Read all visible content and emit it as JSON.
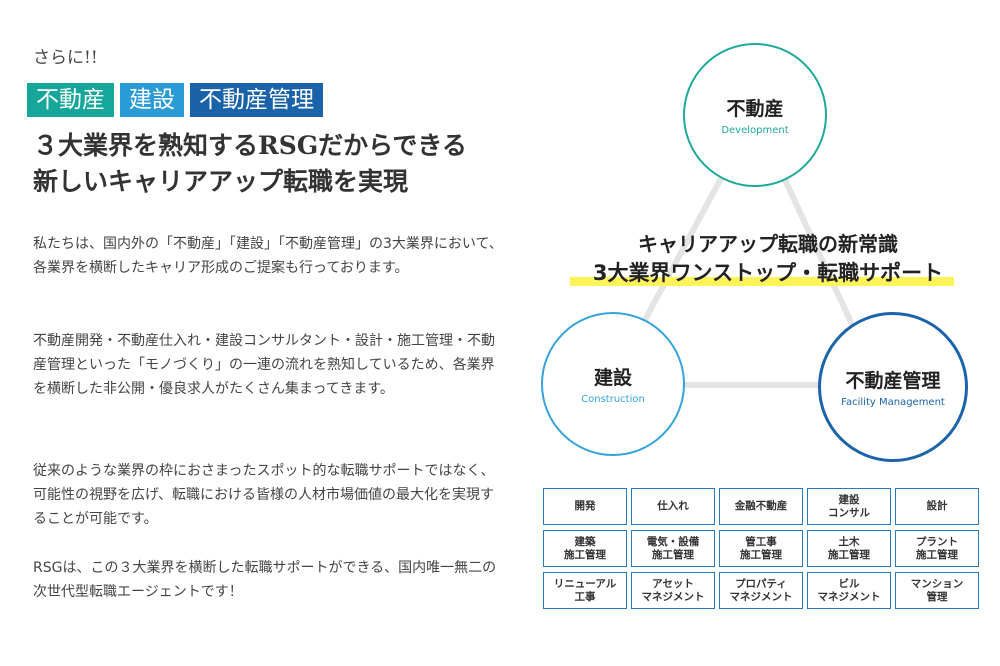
{
  "intro": {
    "lead": "さらに!!",
    "tags": [
      {
        "label": "不動産",
        "color": "#16a69a"
      },
      {
        "label": "建設",
        "color": "#2a9bd4"
      },
      {
        "label": "不動産管理",
        "color": "#1a63a8"
      }
    ],
    "heading": [
      "３大業界を熟知するRSGだからできる",
      "新しいキャリアアップ転職を実現"
    ]
  },
  "paragraphs": [
    "私たちは、国内外の「不動産」「建設」「不動産管理」の3大業界において、各業界を横断したキャリア形成のご提案も行っております。",
    "不動産開発・不動産仕入れ・建設コンサルタント・設計・施工管理・不動産管理といった「モノづくり」の一連の流れを熟知しているため、各業界を横断した非公開・優良求人がたくさん集まってきます。",
    "従来のような業界の枠におさまったスポット的な転職サポートではなく、可能性の視野を広げ、転職における皆様の人材市場価値の最大化を実現することが可能です。",
    "RSGは、この３大業界を横断した転職サポートができる、国内唯一無二の次世代型転職エージェントです！"
  ],
  "diagram": {
    "circles": [
      {
        "title": "不動産",
        "subtitle": "Development",
        "color": "#1ea99c"
      },
      {
        "title": "建設",
        "subtitle": "Construction",
        "color": "#36a3dc"
      },
      {
        "title": "不動産管理",
        "subtitle": "Facility Management",
        "color": "#1b63aa"
      }
    ],
    "center_line1": "キャリアアップ転職の新常識",
    "center_line2": "3大業界ワンストップ・転職サポート",
    "highlight_color": "#fff35a",
    "grid": [
      "開発",
      "仕入れ",
      "金融不動産",
      "建設\nコンサル",
      "設計",
      "建築\n施工管理",
      "電気・設備\n施工管理",
      "管工事\n施工管理",
      "土木\n施工管理",
      "プラント\n施工管理",
      "リニューアル\n工事",
      "アセット\nマネジメント",
      "プロパティ\nマネジメント",
      "ビル\nマネジメント",
      "マンション\n管理"
    ]
  }
}
